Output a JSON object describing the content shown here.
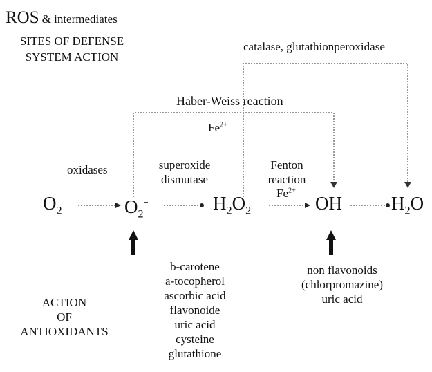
{
  "header": {
    "ros": "ROS",
    "ros_suffix": "& intermediates",
    "line2": "SITES OF DEFENSE",
    "line3": "SYSTEM ACTION"
  },
  "top_label": "catalase, glutathionperoxidase",
  "haber_weiss": "Haber-Weiss reaction",
  "fe_upper": {
    "base": "Fe",
    "sup": "2+"
  },
  "oxidases": "oxidases",
  "sod": [
    "superoxide",
    "dismutase"
  ],
  "fenton": [
    "Fenton",
    "reaction"
  ],
  "fe_fenton": {
    "base": "Fe",
    "sup": "2+"
  },
  "species": {
    "o2": {
      "base": "O",
      "sub": "2"
    },
    "superoxide": {
      "base": "O",
      "sub": "2",
      "sup": "-"
    },
    "h2o2": {
      "a": "H",
      "sub1": "2",
      "b": "O",
      "sub2": "2"
    },
    "oh": "OH",
    "h2o": {
      "a": "H",
      "sub": "2",
      "b": "O"
    }
  },
  "action": [
    "ACTION",
    "OF",
    "ANTIOXIDANTS"
  ],
  "antioxidants_left": [
    "b-carotene",
    "a-tocopherol",
    "ascorbic acid",
    "flavonoide",
    "uric acid",
    "cysteine",
    "glutathione"
  ],
  "antioxidants_right": [
    "non flavonoids",
    "(chlorpromazine)",
    "uric acid"
  ]
}
